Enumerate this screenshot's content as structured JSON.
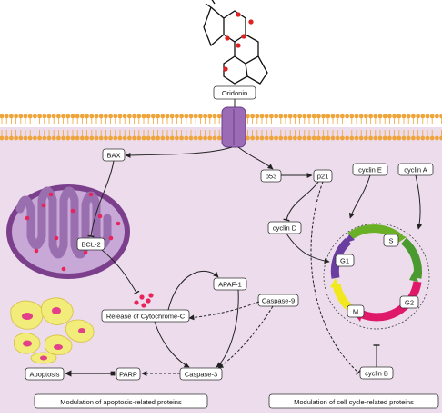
{
  "drug": {
    "name": "Oridonin"
  },
  "nodes": {
    "bax": "BAX",
    "bcl2": "BCL-2",
    "cytc": "Release of Cytochrome-C",
    "apaf1": "APAF-1",
    "casp9": "Caspase-9",
    "casp3": "Caspase-3",
    "parp": "PARP",
    "apoptosis": "Apoptosis",
    "p53": "p53",
    "p21": "p21",
    "cyclinD": "cyclin D",
    "cyclinE": "cyclin E",
    "cyclinA": "cyclin A",
    "cyclinB": "cyclin B"
  },
  "cell_cycle": {
    "phases": [
      "G1",
      "S",
      "G2",
      "M"
    ],
    "colors": {
      "G1_S": "#6ab026",
      "S_G2": "#4a9a30",
      "G2_M": "#e0186a",
      "M_G1": "#f2e81e",
      "G1": "#6a3ea0"
    }
  },
  "captions": {
    "left": "Modulation of apoptosis-related proteins",
    "right": "Modulation of cell cycle-related proteins"
  },
  "colors": {
    "membrane": "#f0a53a",
    "cytoplasm": "#ecdcec",
    "channel": "#9b6bb5",
    "mitochondrion": "#7b3f8c"
  }
}
